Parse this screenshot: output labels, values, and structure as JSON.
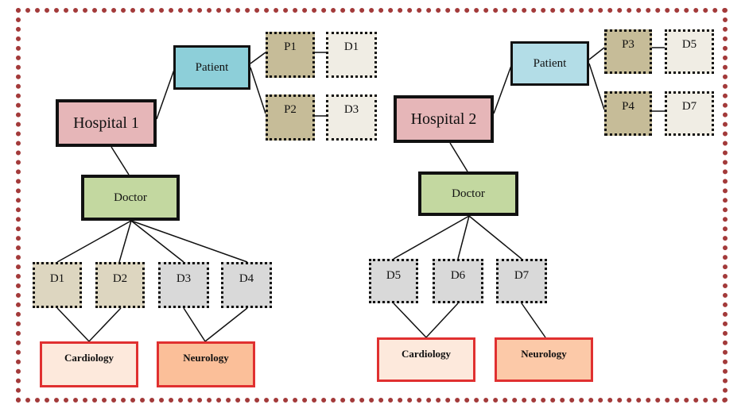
{
  "diagram": {
    "hospital1": {
      "name": "Hospital 1",
      "patient": "Patient",
      "doctor": "Doctor",
      "patients": [
        {
          "p": "P1",
          "d": "D1"
        },
        {
          "p": "P2",
          "d": "D3"
        }
      ],
      "doctors": [
        "D1",
        "D2",
        "D3",
        "D4"
      ],
      "departments": [
        "Cardiology",
        "Neurology"
      ]
    },
    "hospital2": {
      "name": "Hospital 2",
      "patient": "Patient",
      "doctor": "Doctor",
      "patients": [
        {
          "p": "P3",
          "d": "D5"
        },
        {
          "p": "P4",
          "d": "D7"
        }
      ],
      "doctors": [
        "D5",
        "D6",
        "D7"
      ],
      "departments": [
        "Cardiology",
        "Neurology"
      ]
    },
    "colors": {
      "frame": "#a33a3a",
      "hospital": "#e6b6b8",
      "patient": "#8dcfd9",
      "doctor": "#c3d8a0",
      "patient_id": "#c6bc98",
      "department_border": "#e03030",
      "cardiology": "#fde9dc",
      "neurology": "#fbbf99"
    }
  }
}
